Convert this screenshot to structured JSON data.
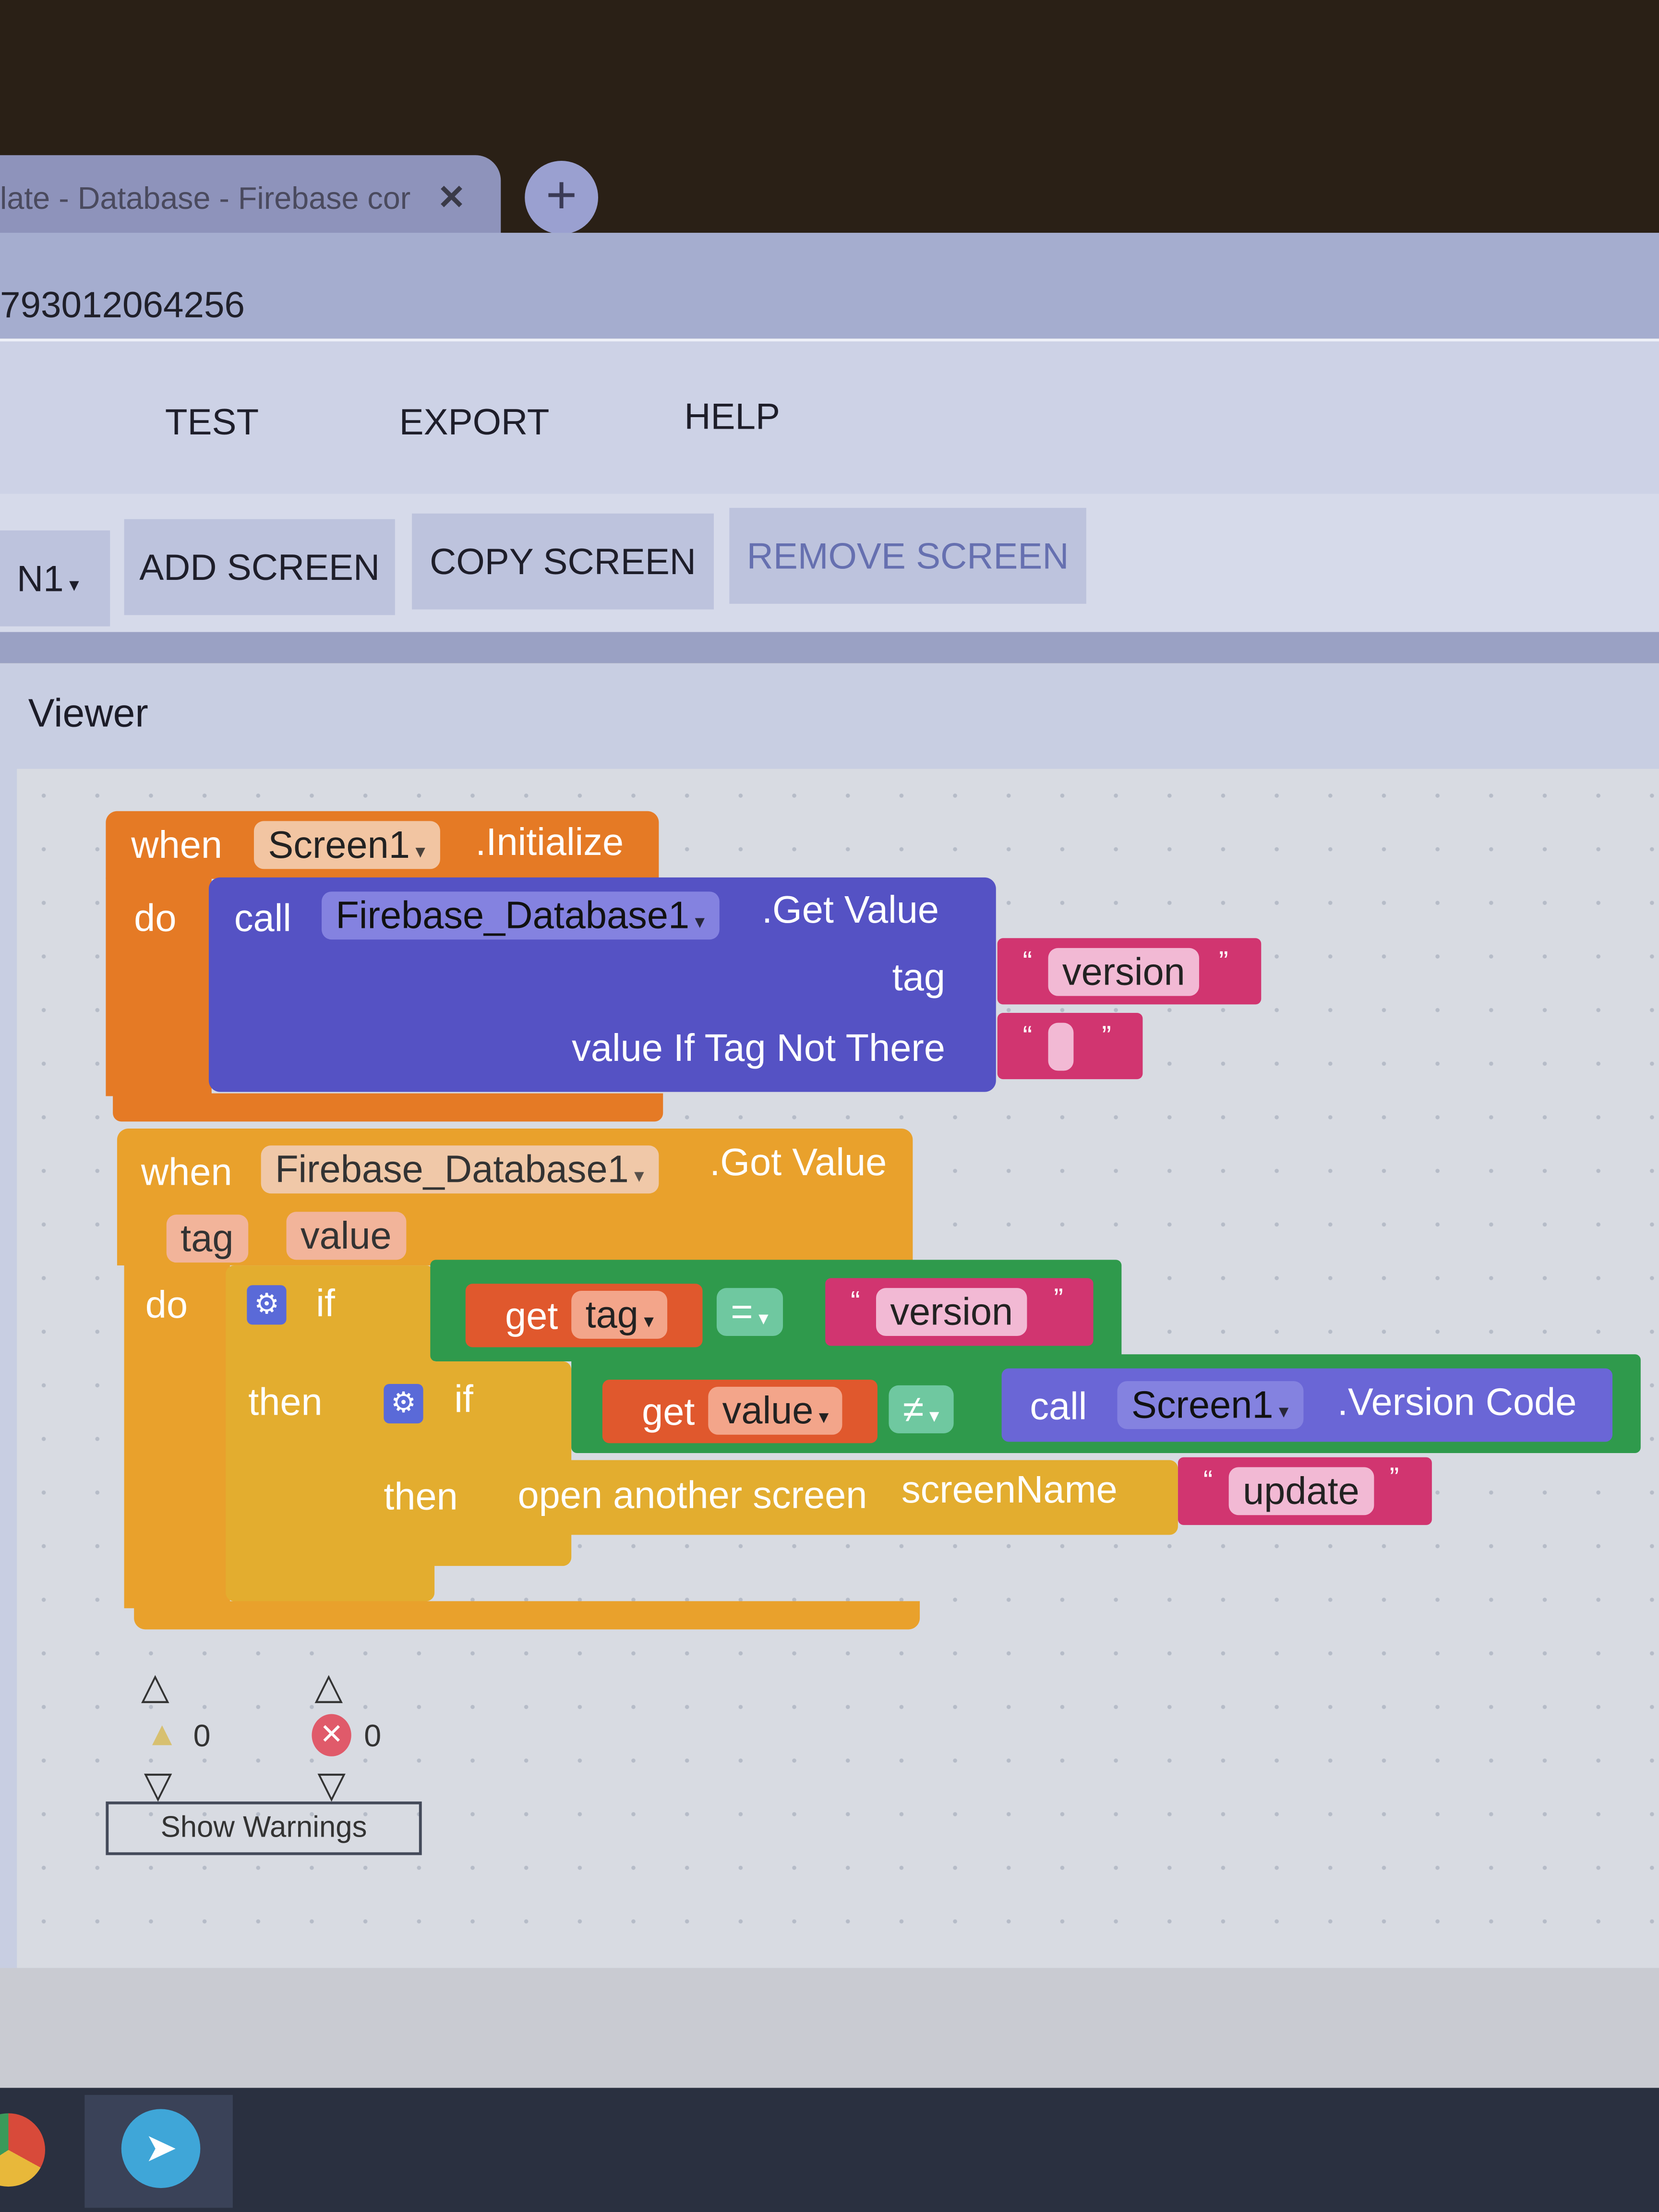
{
  "browser": {
    "tab_title": "late - Database - Firebase cor",
    "tab_close_icon": "close-icon",
    "new_tab_icon": "plus-icon",
    "address_text": "793012064256"
  },
  "menu": {
    "items": [
      "TEST",
      "EXPORT",
      "HELP"
    ]
  },
  "toolbar": {
    "screen_select": "N1",
    "add_screen": "ADD SCREEN",
    "copy_screen": "COPY SCREEN",
    "remove_screen": "REMOVE SCREEN"
  },
  "viewer": {
    "title": "Viewer"
  },
  "blocks": {
    "init": {
      "when": "when",
      "component": "Screen1",
      "event": ".Initialize",
      "do": "do"
    },
    "getvalue": {
      "call": "call",
      "component": "Firebase_Database1",
      "method": ".Get Value",
      "tag_label": "tag",
      "default_label": "value If Tag Not There",
      "tag_value": "version",
      "default_value": ""
    },
    "gotvalue": {
      "when": "when",
      "component": "Firebase_Database1",
      "event": ".Got Value",
      "param1": "tag",
      "param2": "value",
      "do": "do"
    },
    "if1": {
      "if": "if",
      "then": "then",
      "get": "get",
      "var": "tag",
      "op": "=",
      "text": "version"
    },
    "if2": {
      "if": "if",
      "then": "then",
      "get": "get",
      "var": "value",
      "op": "≠",
      "call": "call",
      "component": "Screen1",
      "method": ".Version Code"
    },
    "open": {
      "label": "open another screen",
      "param": "screenName",
      "text": "update"
    },
    "quote_open": "“",
    "quote_close": "”"
  },
  "warnings": {
    "warning_count": "0",
    "error_count": "0",
    "show_warnings": "Show Warnings"
  },
  "colors": {
    "event_orange": "#e57a25",
    "event_gold": "#e9a12c",
    "procedure_blue": "#5552c4",
    "logic_green": "#2f9a4c",
    "text_magenta": "#d13570"
  }
}
